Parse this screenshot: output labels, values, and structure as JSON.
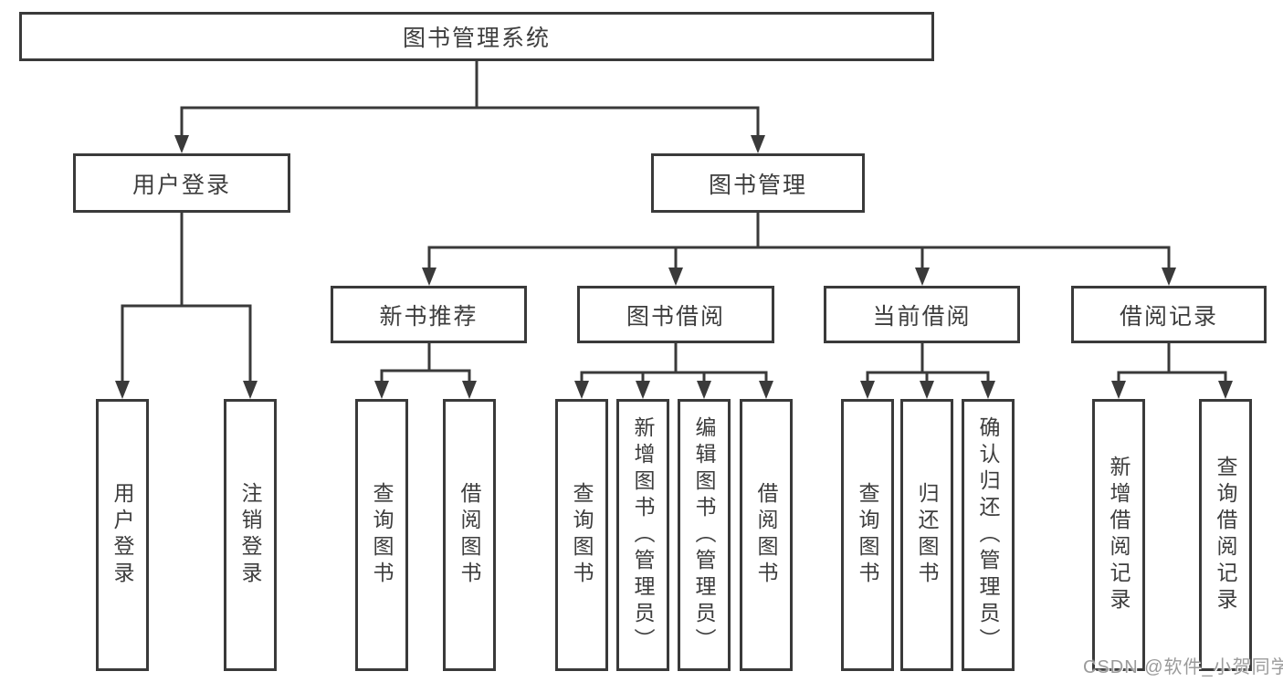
{
  "tree": {
    "root": {
      "label": "图书管理系统"
    },
    "level2": [
      {
        "label": "用户登录"
      },
      {
        "label": "图书管理"
      }
    ],
    "level3": [
      {
        "label": "新书推荐"
      },
      {
        "label": "图书借阅"
      },
      {
        "label": "当前借阅"
      },
      {
        "label": "借阅记录"
      }
    ],
    "leaves": {
      "user_login": [
        {
          "label": "用户登录"
        },
        {
          "label": "注销登录"
        }
      ],
      "new_books": [
        {
          "label": "查询图书"
        },
        {
          "label": "借阅图书"
        }
      ],
      "book_borrow": [
        {
          "label": "查询图书"
        },
        {
          "label": "新增图书（管理员）"
        },
        {
          "label": "编辑图书（管理员）"
        },
        {
          "label": "借阅图书"
        }
      ],
      "current_borrow": [
        {
          "label": "查询图书"
        },
        {
          "label": "归还图书"
        },
        {
          "label": "确认归还（管理员）"
        }
      ],
      "borrow_records": [
        {
          "label": "新增借阅记录"
        },
        {
          "label": "查询借阅记录"
        }
      ]
    }
  },
  "watermark": {
    "text": "CSDN @软件_小贺同学"
  },
  "colors": {
    "line": "#3a3a3a",
    "box_border": "#3a3a3a",
    "text": "#3d3d3d",
    "box_background": "#ffffff",
    "page_background": "#ffffff",
    "watermark_text": "#9b9b9b"
  }
}
